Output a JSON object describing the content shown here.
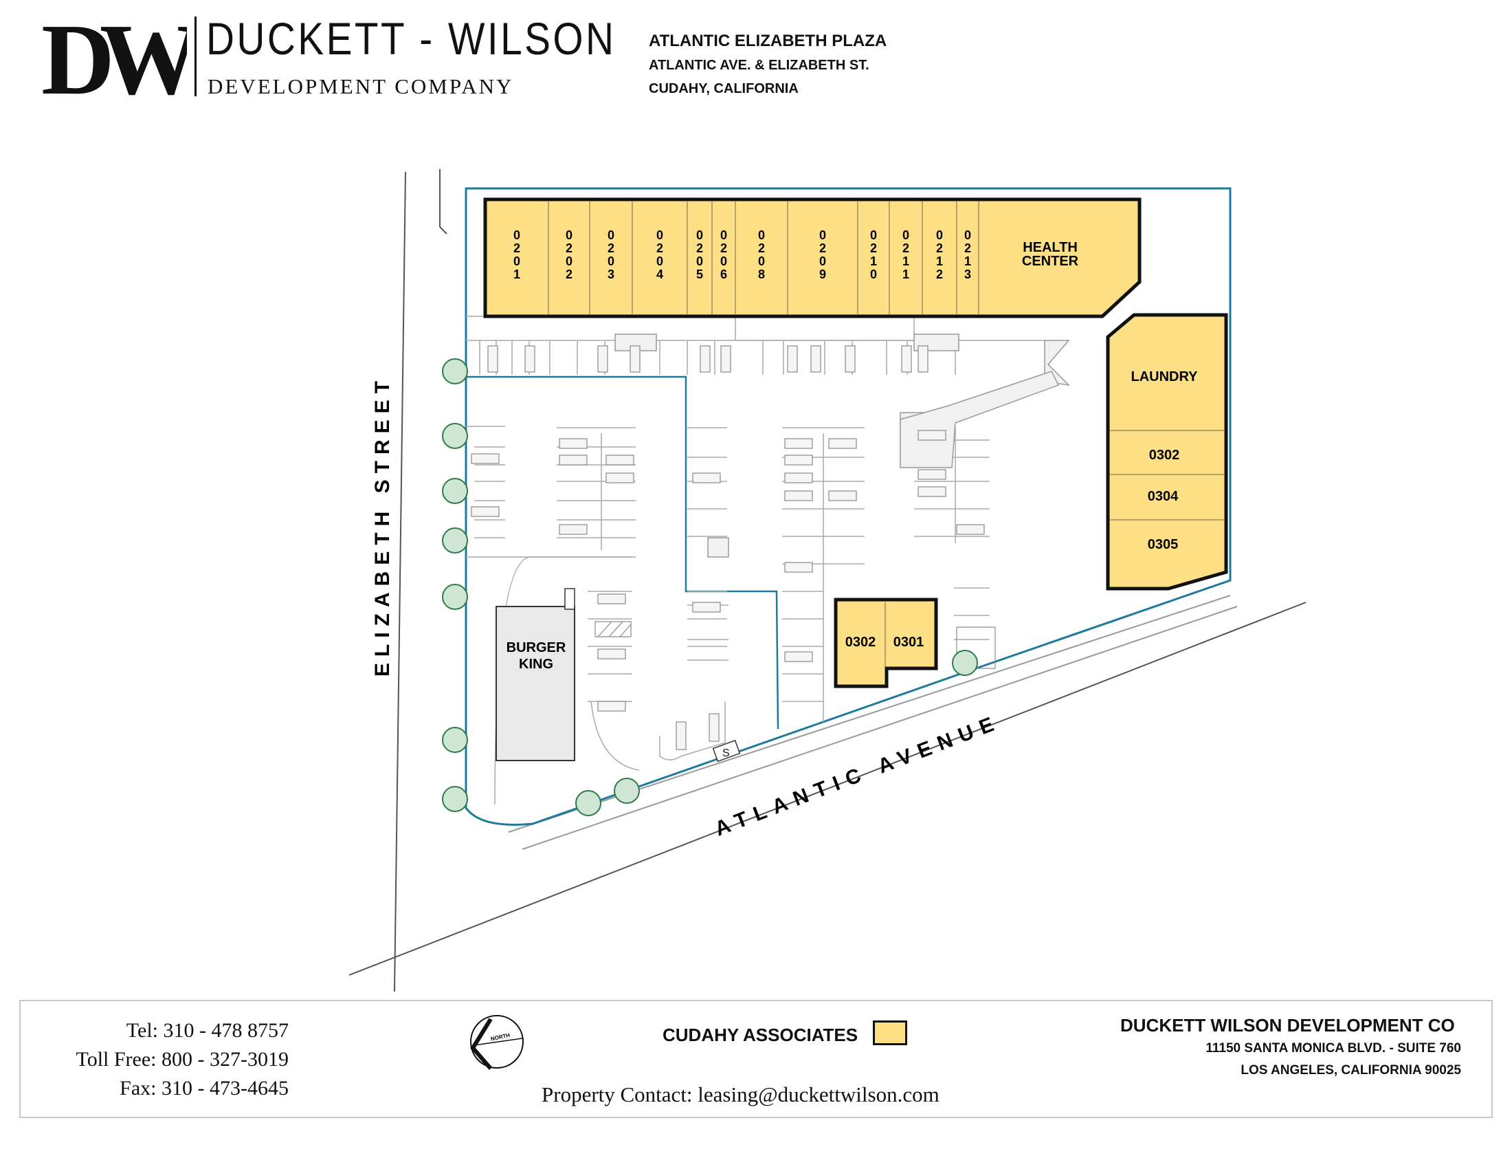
{
  "header": {
    "logo_mark": "DW",
    "brand_name": "DUCKETT - WILSON",
    "brand_sub": "DEVELOPMENT COMPANY",
    "plaza_title": "ATLANTIC ELIZABETH PLAZA",
    "plaza_address": "ATLANTIC AVE. & ELIZABETH ST.",
    "plaza_city": "CUDAHY, CALIFORNIA"
  },
  "map": {
    "streets": {
      "elizabeth": "ELIZABETH STREET",
      "atlantic": "ATLANTIC AVENUE"
    },
    "top_units": [
      "0201",
      "0202",
      "0203",
      "0204",
      "0205",
      "0206",
      "0208",
      "0209",
      "0210",
      "0211",
      "0212",
      "0213"
    ],
    "health_center": [
      "HEALTH",
      "CENTER"
    ],
    "laundry": "LAUNDRY",
    "right_units": [
      "0302",
      "0304",
      "0305"
    ],
    "pad_units": [
      "0302",
      "0301"
    ],
    "burger_king": [
      "BURGER",
      "KING"
    ],
    "sign_letter": "S",
    "colors": {
      "leased": "#fddf86",
      "property_line": "#1d7a9c",
      "tree": "#2f7a4a"
    }
  },
  "footer": {
    "tel": "Tel: 310 - 478 8757",
    "toll_free": "Toll Free: 800 - 327-3019",
    "fax": "Fax: 310 - 473-4645",
    "north_label": "NORTH",
    "legend_label": "CUDAHY ASSOCIATES",
    "property_contact": "Property Contact: leasing@duckettwilson.com",
    "company_name": "DUCKETT WILSON DEVELOPMENT CO",
    "company_address": "11150 SANTA MONICA BLVD. - SUITE 760",
    "company_city": "LOS ANGELES, CALIFORNIA 90025"
  }
}
